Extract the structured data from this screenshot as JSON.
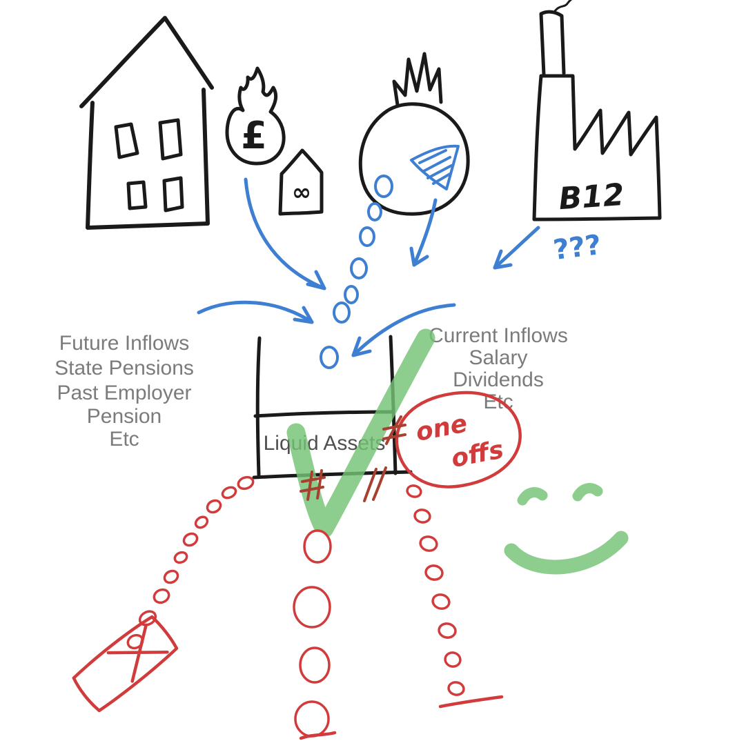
{
  "scene": {
    "background": "#ffffff",
    "colors": {
      "ink": "#1a1a1a",
      "blue_marker": "#3f7fd2",
      "grey_text": "#7b7b7b",
      "box_label_text": "#4f4f4f",
      "green_marker": "#74c274",
      "red_marker": "#d23b3b",
      "dark_red_marker": "#a8402f"
    }
  },
  "labels": {
    "future_inflows": [
      "Future Inflows",
      "State Pensions",
      "Past Employer",
      "Pension",
      "Etc"
    ],
    "current_inflows": [
      "Current Inflows",
      "Salary",
      "Dividends",
      "Etc"
    ],
    "liquid_assets": "Liquid Assets",
    "one_offs": {
      "word1": "one",
      "word2": "offs"
    },
    "factory_label": "B12",
    "unknown_inflow": "???",
    "pound_symbol": "£",
    "infinity_symbol": "∞"
  }
}
